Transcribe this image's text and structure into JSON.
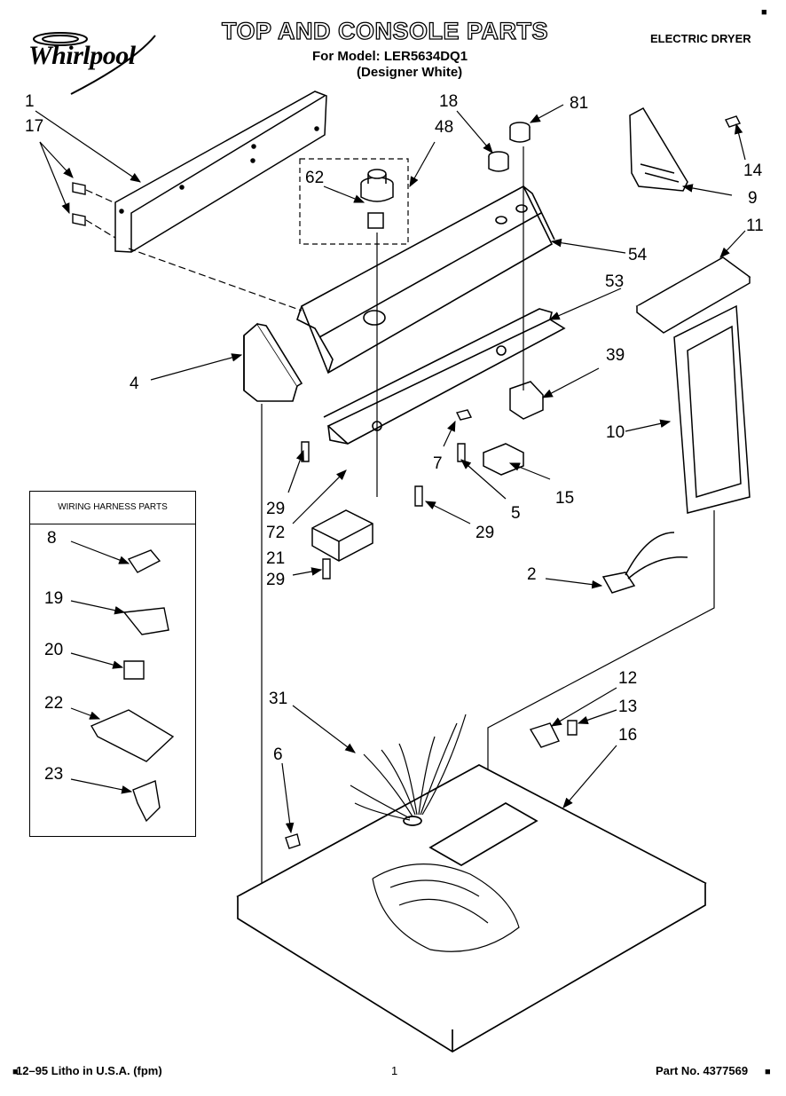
{
  "header": {
    "brand": "Whirlpool",
    "title": "TOP AND CONSOLE PARTS",
    "model_line": "For Model: LER5634DQ1",
    "color_line": "(Designer White)",
    "product_type": "ELECTRIC DRYER"
  },
  "legend": {
    "title": "WIRING HARNESS PARTS"
  },
  "callouts": {
    "c1": "1",
    "c17": "17",
    "c18": "18",
    "c48": "48",
    "c81": "81",
    "c62": "62",
    "c14": "14",
    "c9": "9",
    "c54": "54",
    "c11": "11",
    "c53": "53",
    "c4": "4",
    "c39": "39",
    "c10": "10",
    "c7": "7",
    "c5": "5",
    "c15": "15",
    "c29a": "29",
    "c29b": "29",
    "c29c": "29",
    "c72": "72",
    "c21": "21",
    "c2": "2",
    "c8": "8",
    "c19": "19",
    "c20": "20",
    "c22": "22",
    "c23": "23",
    "c12": "12",
    "c13": "13",
    "c31": "31",
    "c16": "16",
    "c6": "6"
  },
  "footer": {
    "left": "12–95 Litho in U.S.A. (fpm)",
    "page": "1",
    "part_no": "Part No. 4377569"
  }
}
